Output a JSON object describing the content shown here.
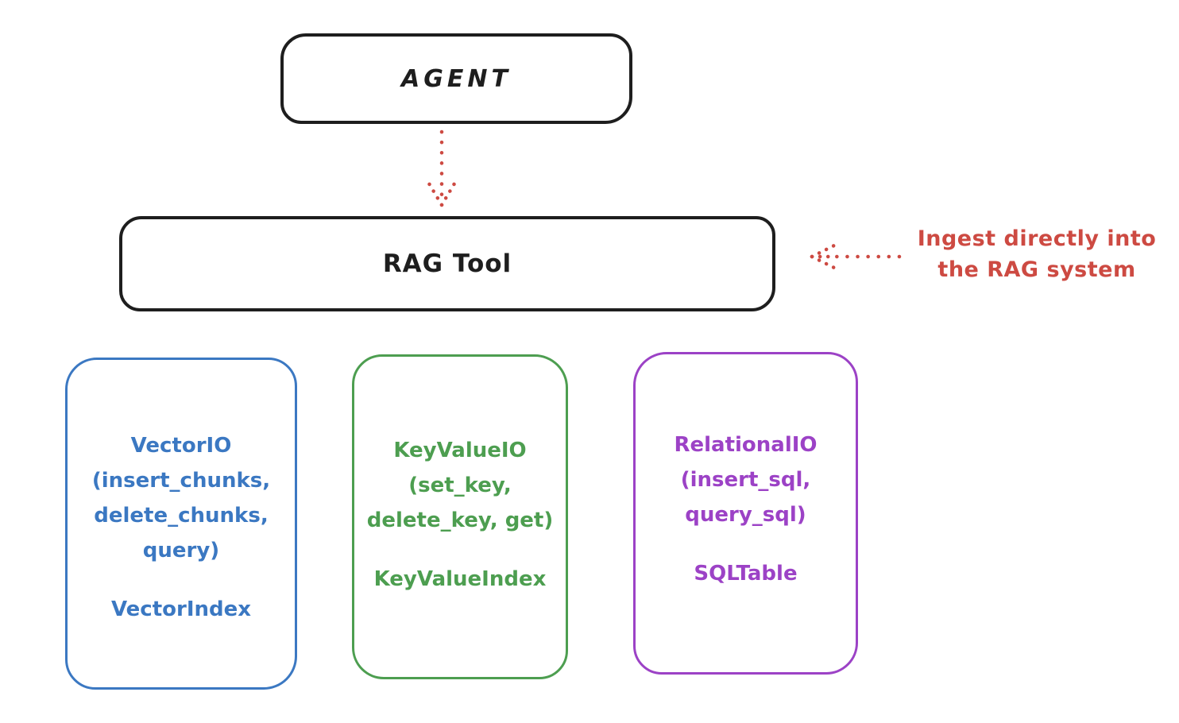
{
  "diagram": {
    "background_color": "#ffffff",
    "stroke_color": "#1e1e1e",
    "accent_red": "#cd4a42",
    "agent": {
      "label": "AGENT"
    },
    "rag_tool": {
      "label": "RAG Tool"
    },
    "agent_to_rag_arrow": {
      "style": "dotted",
      "direction": "down",
      "color": "#cd4a42"
    },
    "annotation": {
      "line1": "Ingest directly into",
      "line2": "the RAG system",
      "color": "#cd4a42",
      "arrow": {
        "style": "dotted",
        "direction": "left",
        "color": "#cd4a42"
      }
    },
    "backends": [
      {
        "name": "VectorIO",
        "color": "#3b78c2",
        "title_lines": [
          "VectorIO",
          "(insert_chunks,",
          "delete_chunks,",
          "query)"
        ],
        "index_label": "VectorIndex"
      },
      {
        "name": "KeyValueIO",
        "color": "#4d9e50",
        "title_lines": [
          "KeyValueIO",
          "(set_key,",
          "delete_key, get)"
        ],
        "index_label": "KeyValueIndex"
      },
      {
        "name": "RelationalIO",
        "color": "#9c42c6",
        "title_lines": [
          "RelationalIO",
          "(insert_sql,",
          "query_sql)"
        ],
        "index_label": "SQLTable"
      }
    ]
  }
}
